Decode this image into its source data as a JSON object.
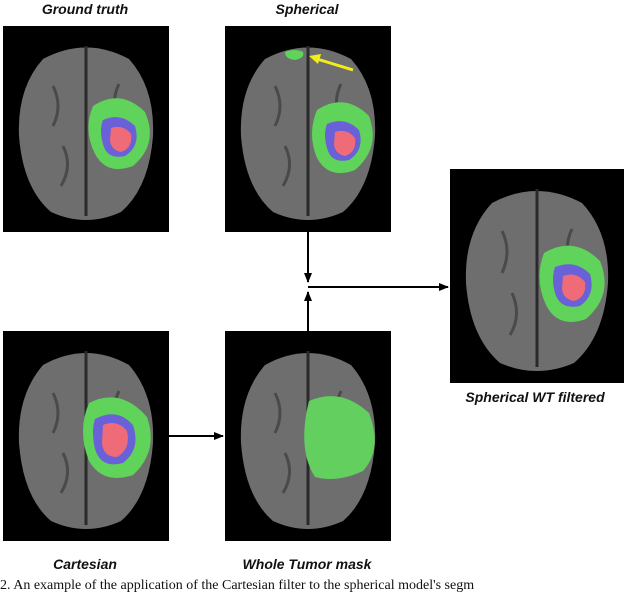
{
  "labels": {
    "ground_truth": "Ground truth",
    "spherical": "Spherical",
    "spherical_wt_filtered": "Spherical WT filtered",
    "cartesian": "Cartesian",
    "whole_tumor_mask": "Whole Tumor mask"
  },
  "caption": "2. An example of the application of the Cartesian filter to the spherical model's segm",
  "colors": {
    "background": "#000000",
    "brain_gray": "#6e6e6e",
    "edema_green": "#5fd35a",
    "enhancing_blue": "#6a60d8",
    "necrosis_pink": "#ef6b78",
    "mask_green": "#63cf5f",
    "artifact_arrow": "#f2ee1a",
    "connector": "#000000"
  }
}
